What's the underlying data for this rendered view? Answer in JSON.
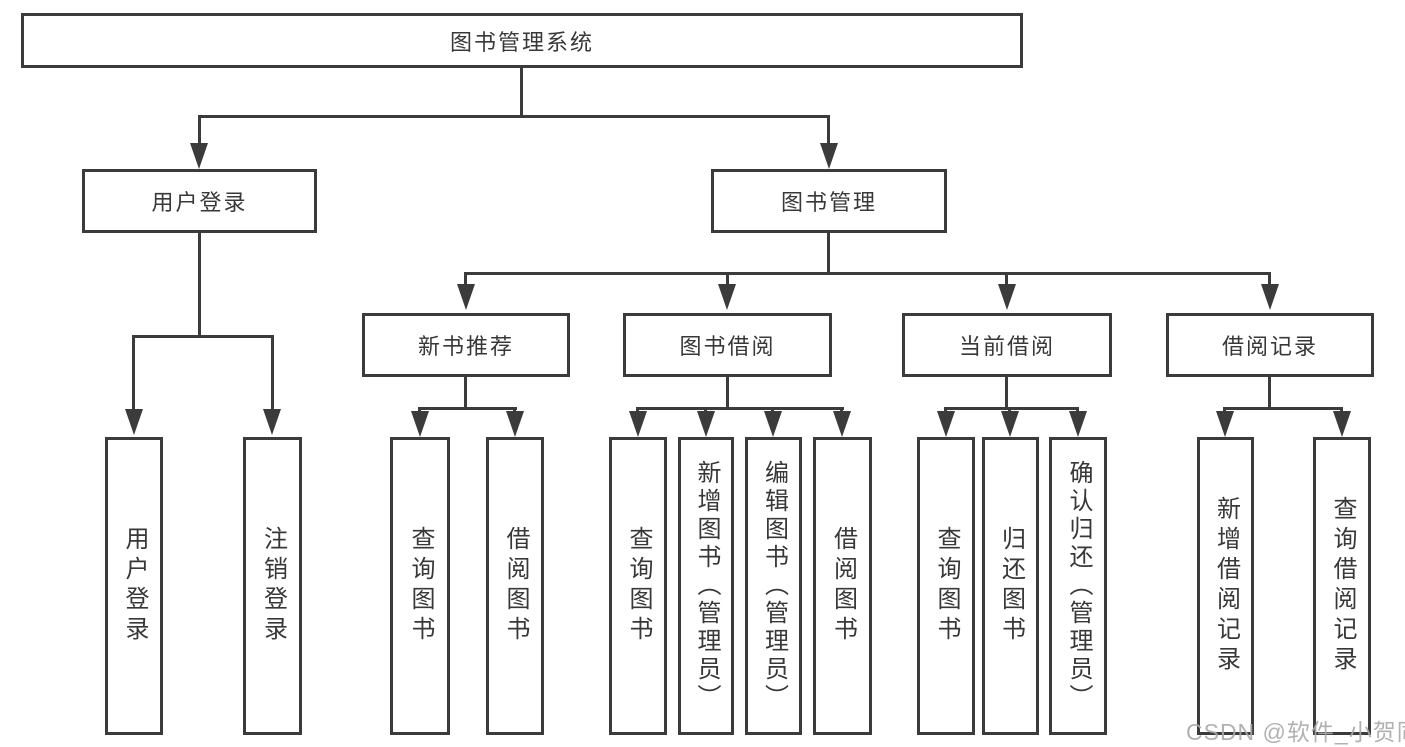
{
  "diagram": {
    "root": {
      "label": "图书管理系统"
    },
    "branches": [
      {
        "label": "用户登录",
        "children": [
          {
            "label": "用户登录"
          },
          {
            "label": "注销登录"
          }
        ]
      },
      {
        "label": "图书管理",
        "children": [
          {
            "label": "新书推荐",
            "children": [
              {
                "label": "查询图书"
              },
              {
                "label": "借阅图书"
              }
            ]
          },
          {
            "label": "图书借阅",
            "children": [
              {
                "label": "查询图书"
              },
              {
                "label": "新增图书（管理员）"
              },
              {
                "label": "编辑图书（管理员）"
              },
              {
                "label": "借阅图书"
              }
            ]
          },
          {
            "label": "当前借阅",
            "children": [
              {
                "label": "查询图书"
              },
              {
                "label": "归还图书"
              },
              {
                "label": "确认归还（管理员）"
              }
            ]
          },
          {
            "label": "借阅记录",
            "children": [
              {
                "label": "新增借阅记录"
              },
              {
                "label": "查询借阅记录"
              }
            ]
          }
        ]
      }
    ]
  },
  "watermark": {
    "text": "CSDN @软件_小贺同学"
  },
  "colors": {
    "line": "#3b3b3b",
    "text": "#383838",
    "watermark": "#a8a8a8",
    "background": "#ffffff"
  }
}
